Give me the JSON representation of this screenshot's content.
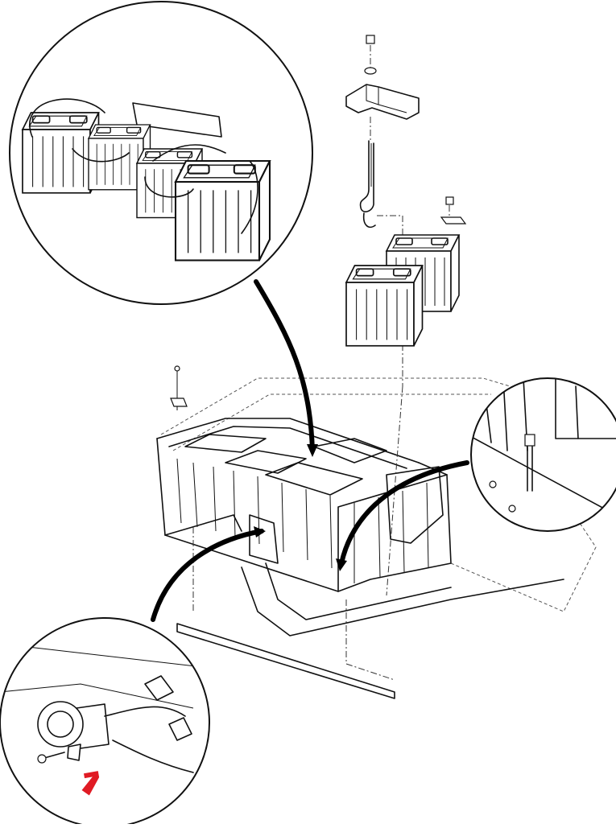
{
  "diagram": {
    "panels": [
      {
        "name": "battery-wiring-detail"
      },
      {
        "name": "hold-down-rod-detail"
      },
      {
        "name": "connector-mount-detail"
      }
    ],
    "highlight_color": "#e01b24",
    "line_color": "#111111",
    "label": "",
    "hardware": {
      "nut": "nut-icon",
      "washer": "washer-icon",
      "bolt": "bolt-icon",
      "hold_down_bracket": "bracket-icon",
      "j_hook_rod": "rod-icon"
    }
  }
}
